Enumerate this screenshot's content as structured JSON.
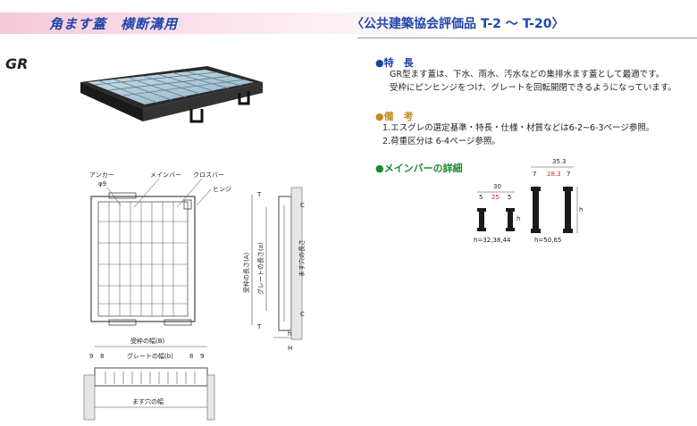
{
  "header": {
    "title": "角ます蓋　横断溝用",
    "rating": "〈公共建築協会評価品 T-2 ～ T-20〉"
  },
  "product_code": "GR",
  "features": {
    "heading": "●特　長",
    "line1": "GR型ます蓋は、下水、雨水、汚水などの集排水ます蓋として最適です。",
    "line2": "受枠にピンヒンジをつけ、グレートを回転開閉できるようになっています。"
  },
  "notes": {
    "heading": "●備　考",
    "line1": "1.エスグレの選定基準・特長・仕様・材質などは6-2~6-3ページ参照。",
    "line2": "2.荷重区分は 6-4ページ参照。"
  },
  "main_bar": {
    "heading": "●メインバーの詳細",
    "small": {
      "width": "30",
      "inner": "25",
      "left": "5",
      "right": "5",
      "h": "h",
      "caption": "h=32,38,44"
    },
    "large": {
      "width": "35.3",
      "inner": "28.3",
      "left": "7",
      "right": "7",
      "h": "h",
      "caption": "h=50,65"
    }
  },
  "plan": {
    "anchor": "アンカー",
    "anchor_phi": "φ9",
    "main_bar": "メインバー",
    "cross_bar": "クロスバー",
    "hinge": "ヒンジ",
    "frame_length": "受枠の長さ(A)",
    "grate_length": "グレートの長さ(a)",
    "pit_length": "ます穴の長さ",
    "T": "T",
    "C": "C",
    "h": "h",
    "H": "H"
  },
  "section": {
    "frame_width": "受枠の幅(B)",
    "grate_width": "グレートの幅(b)",
    "pit_width": "ます穴の幅",
    "d9a": "9",
    "d8a": "8",
    "d8b": "8",
    "d9b": "9"
  }
}
